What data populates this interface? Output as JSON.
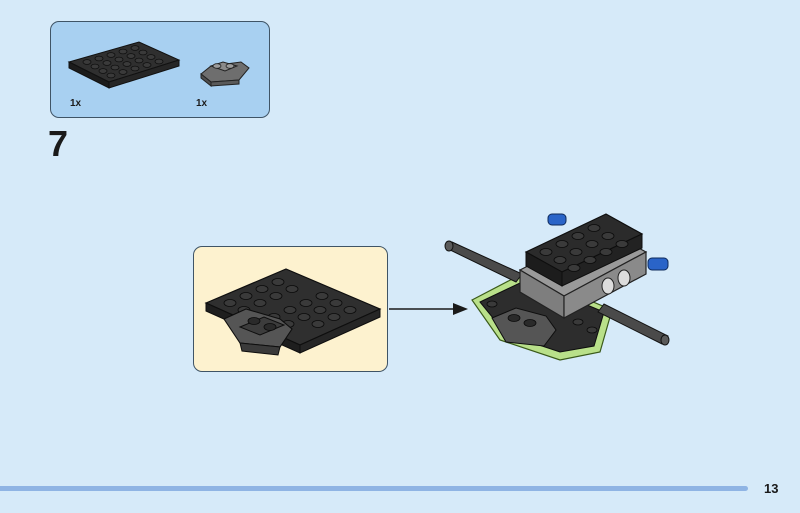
{
  "parts_list": {
    "items": [
      {
        "name": "black-plate-4x6",
        "quantity": "1x"
      },
      {
        "name": "dark-gray-angled-plate",
        "quantity": "1x"
      }
    ]
  },
  "step": {
    "number": "7"
  },
  "page": {
    "number": "13"
  },
  "colors": {
    "background": "#d6eaf9",
    "parts_box": "#a8d0f1",
    "callout": "#fdf2cf",
    "brick_black": "#2b2b2b",
    "brick_gray": "#9a9a9a",
    "highlight_green": "#b9e08a",
    "axle_blue": "#2a64c8",
    "footer_bar": "#8fb4e4"
  }
}
